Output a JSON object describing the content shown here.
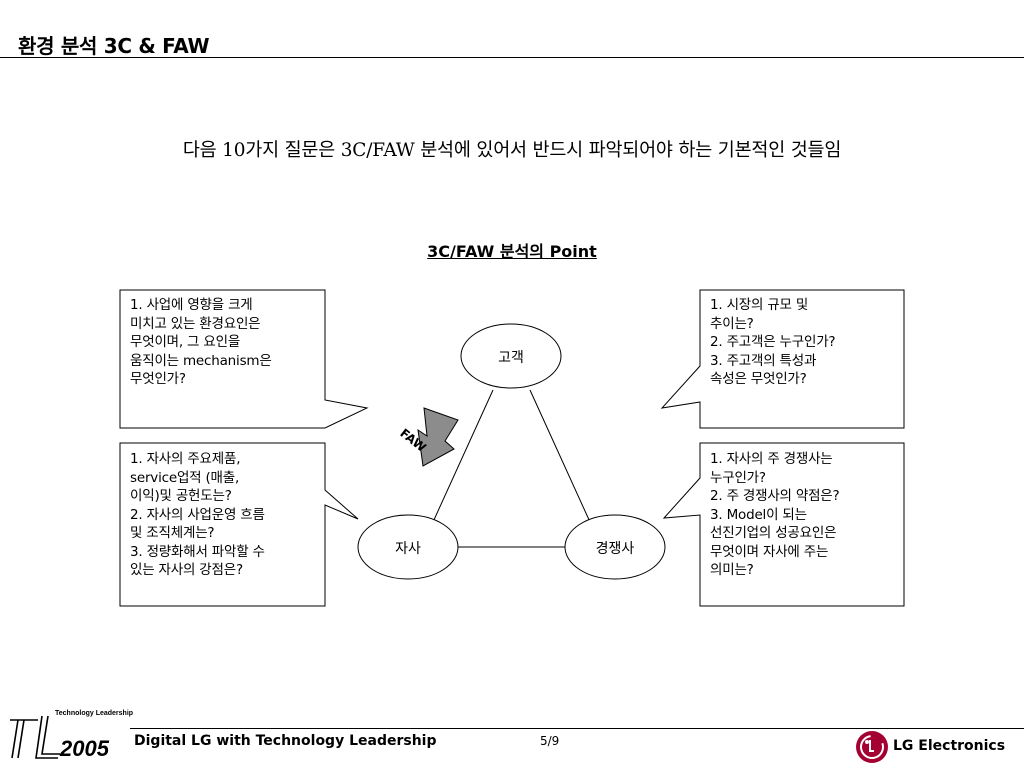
{
  "header": {
    "title": "환경 분석 3C & FAW"
  },
  "intro": {
    "text": "다음 10가지 질문은 3C/FAW 분석에 있어서 반드시 파악되어야 하는 기본적인 것들임"
  },
  "diagram": {
    "title": "3C/FAW 분석의 Point",
    "nodes": {
      "customer": "고객",
      "company": "자사",
      "competitor": "경쟁사"
    },
    "faw_arrow_label": "FAW",
    "callouts": {
      "top_left": [
        "1. 사업에 영향을 크게",
        "미치고 있는 환경요인은",
        "무엇이며, 그 요인을",
        "움직이는 mechanism은",
        "무엇인가?"
      ],
      "top_right": [
        "1. 시장의 규모 및",
        "추이는?",
        "2. 주고객은 누구인가?",
        "3. 주고객의 특성과",
        "속성은 무엇인가?"
      ],
      "bottom_left": [
        "1. 자사의 주요제품,",
        "service업적 (매출,",
        "이익)및 공헌도는?",
        "2. 자사의 사업운영 흐름",
        "및 조직체계는?",
        "3. 정량화해서 파악할 수",
        "있는 자사의 강점은?"
      ],
      "bottom_right": [
        "1. 자사의 주 경쟁사는",
        "누구인가?",
        "2. 주 경쟁사의 약점은?",
        "3. Model이 되는",
        "선진기업의 성공요인은",
        "무엇이며 자사에 주는",
        "의미는?"
      ]
    }
  },
  "footer": {
    "logo_subtitle": "Technology Leadership",
    "logo_year": "2005",
    "slogan": "Digital LG with Technology Leadership",
    "page": "5/9",
    "company": "LG Electronics",
    "lg_logo_color": "#a50034"
  }
}
